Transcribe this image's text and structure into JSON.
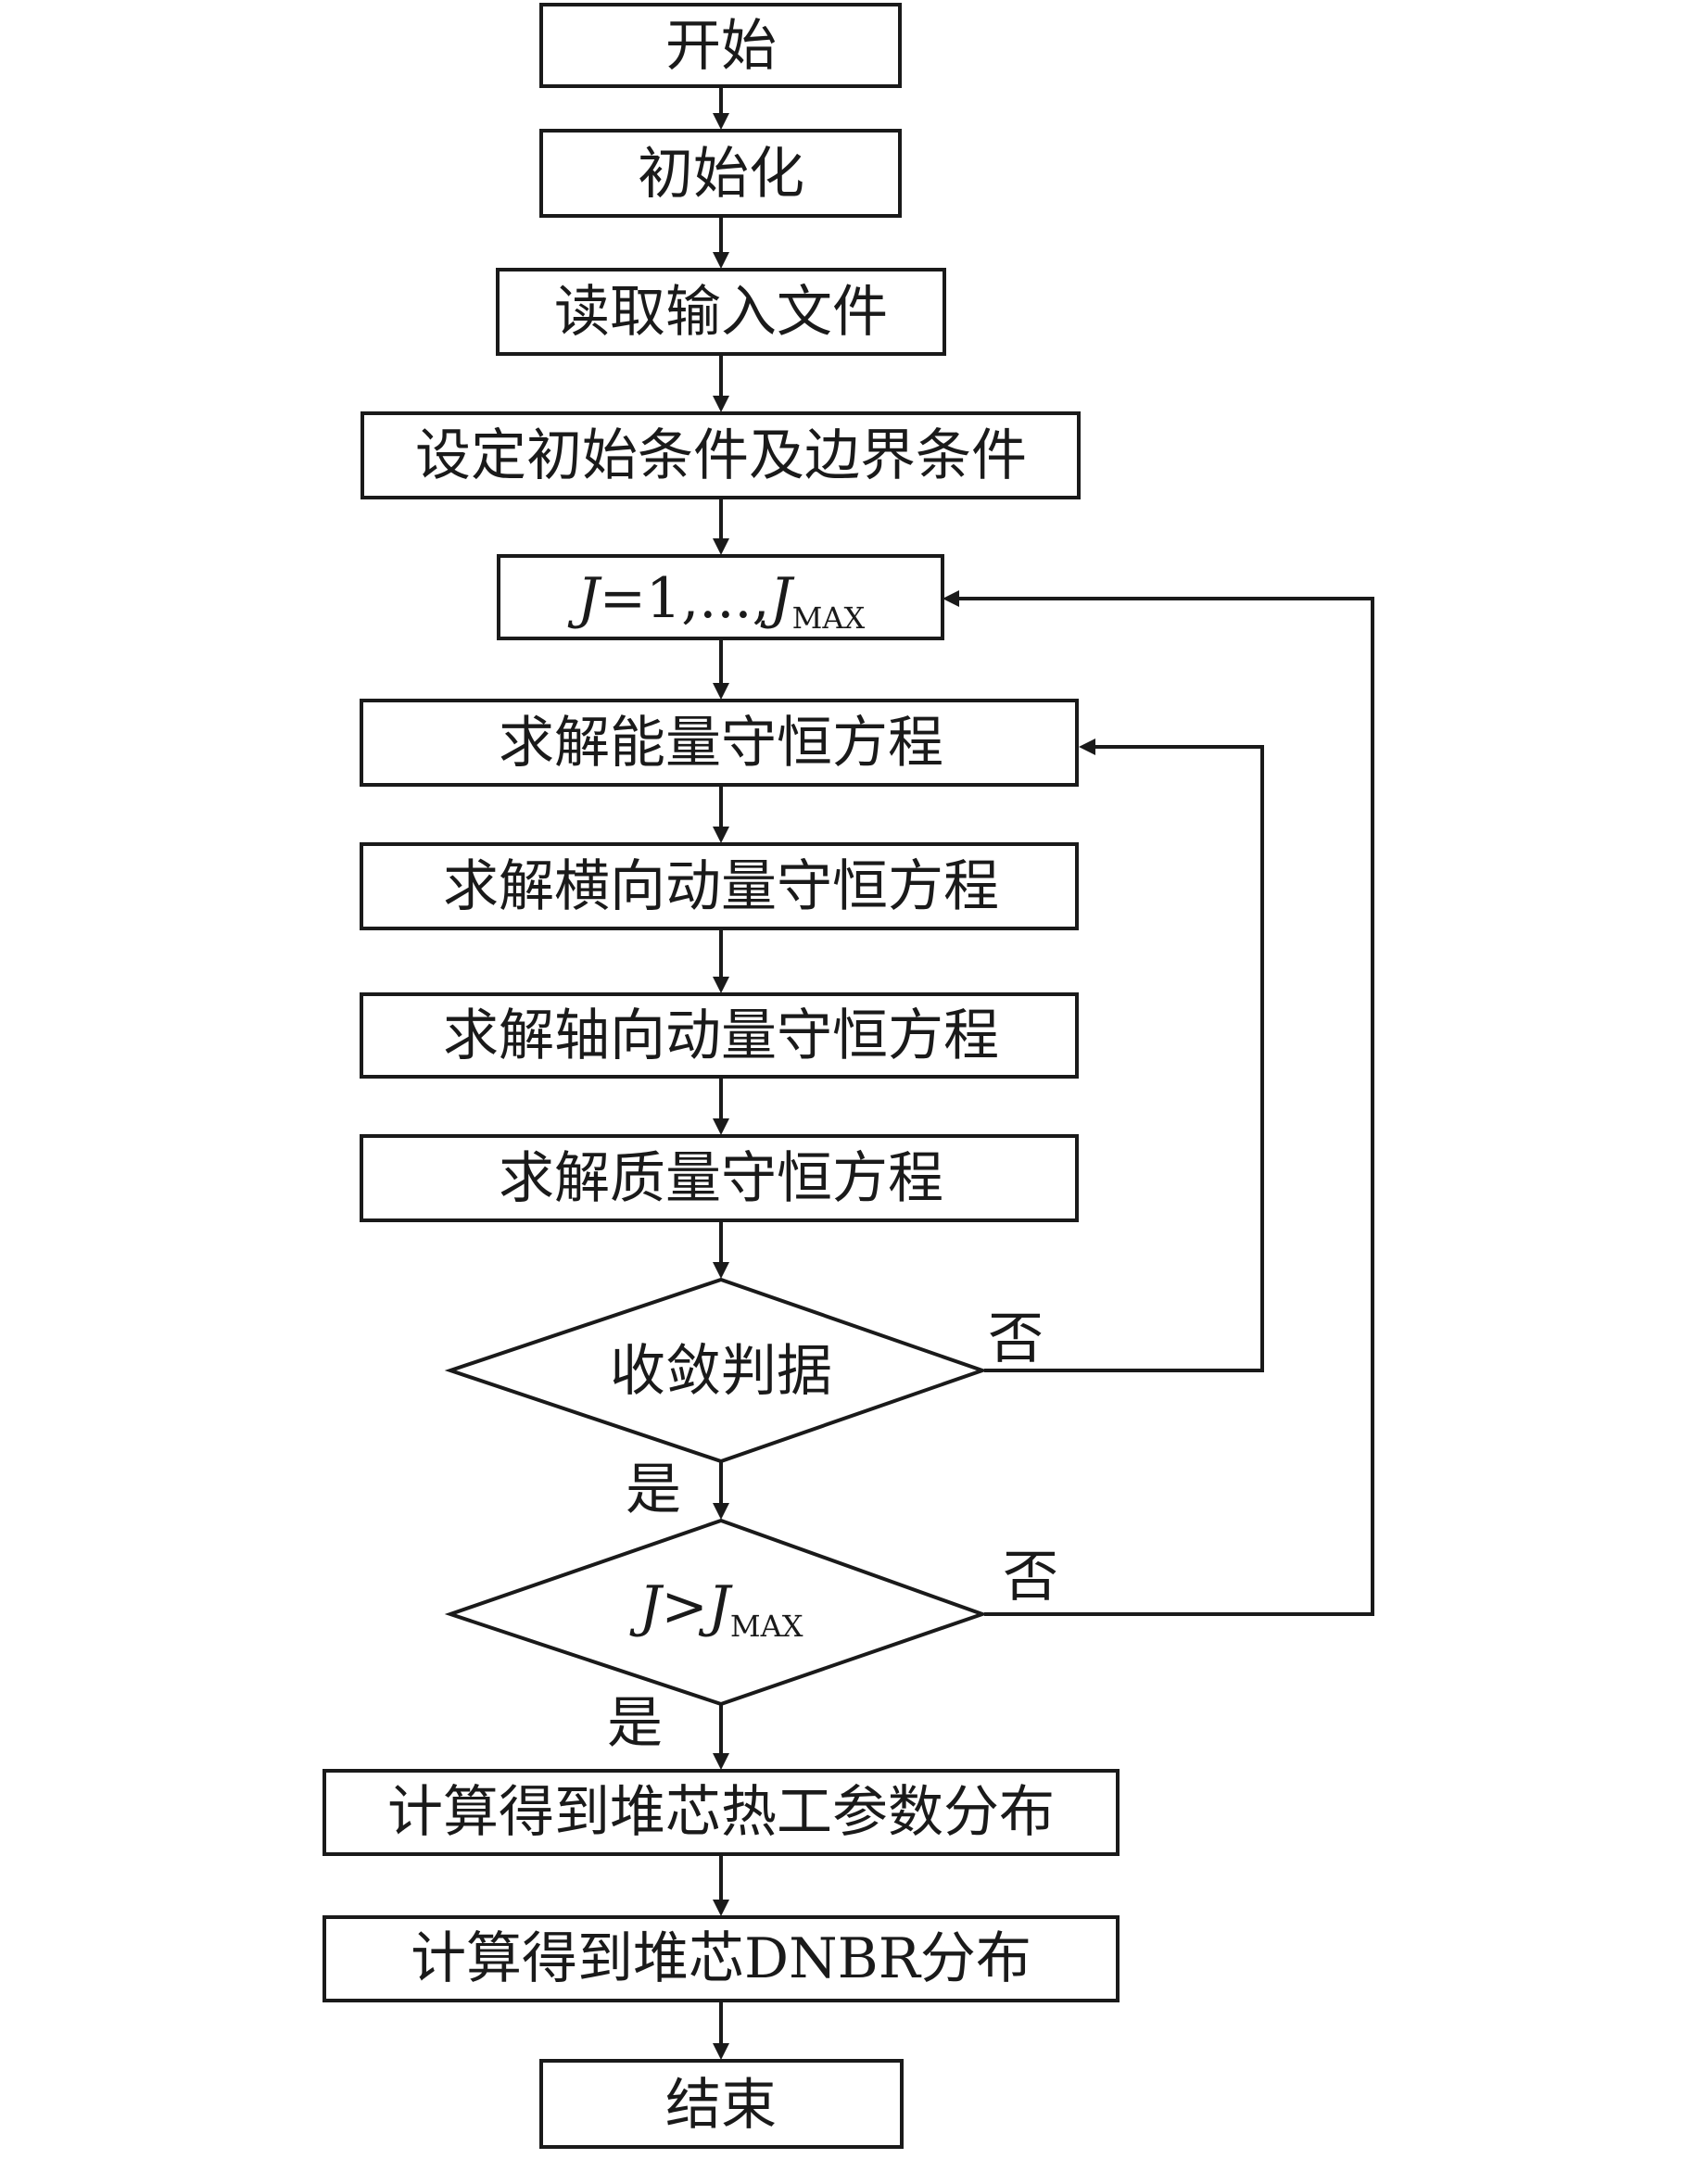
{
  "nodes": {
    "start": "开始",
    "init": "初始化",
    "read_input": "读取输入文件",
    "set_conditions": "设定初始条件及边界条件",
    "loop": {
      "var": "J",
      "rest": "=1,...,",
      "var2": "J",
      "sub": "MAX"
    },
    "energy": "求解能量守恒方程",
    "transverse_momentum": "求解横向动量守恒方程",
    "axial_momentum": "求解轴向动量守恒方程",
    "mass": "求解质量守恒方程",
    "convergence": "收敛判据",
    "loop_check": {
      "var": "J",
      "op": ">",
      "var2": "J",
      "sub": "MAX"
    },
    "thermal_params": "计算得到堆芯热工参数分布",
    "dnbr": "计算得到堆芯DNBR分布",
    "end": "结束"
  },
  "edges": {
    "convergence_yes": "是",
    "convergence_no": "否",
    "loop_yes": "是",
    "loop_no": "否"
  }
}
